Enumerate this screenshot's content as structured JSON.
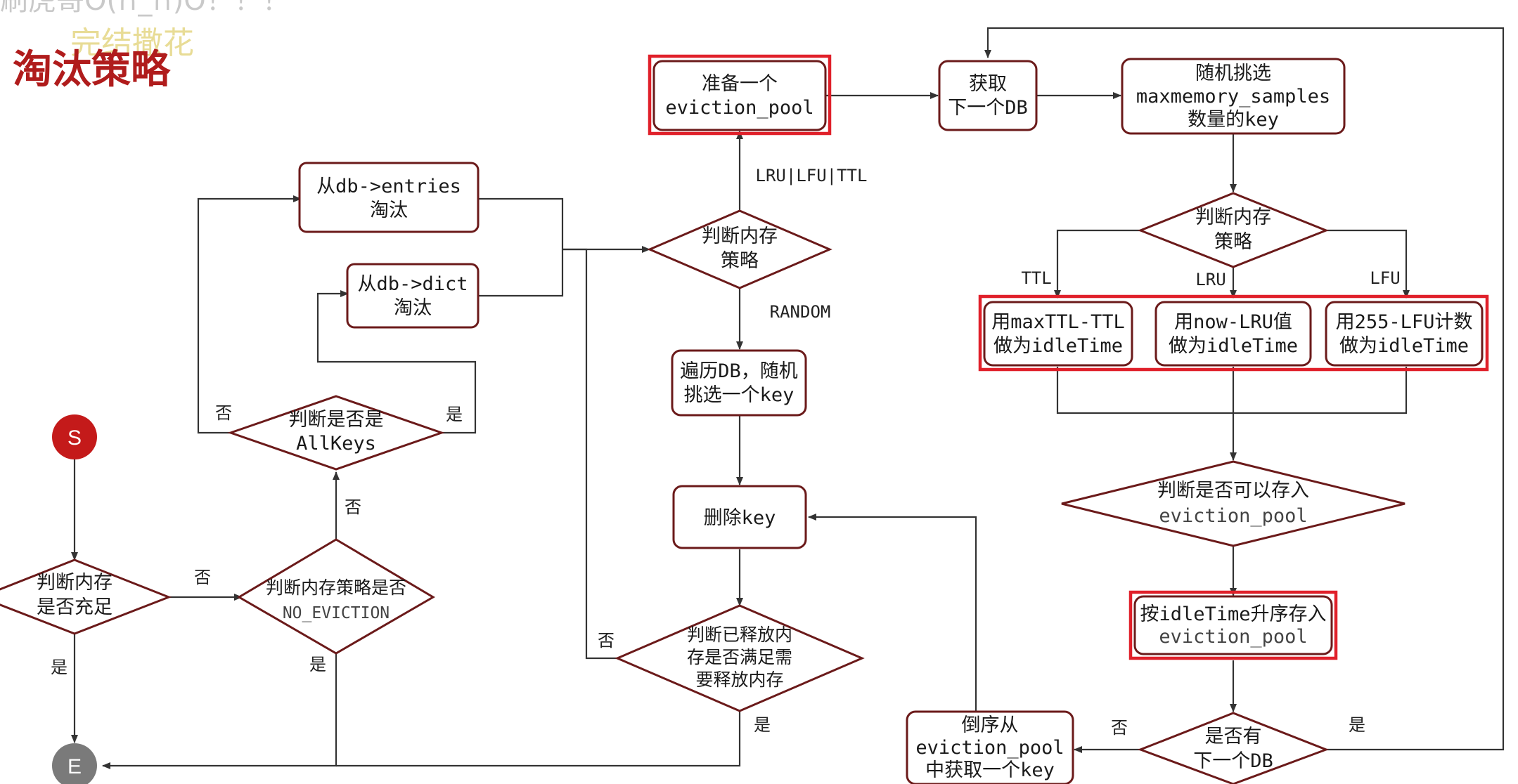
{
  "title": "淘汰策略",
  "watermark": {
    "top": "刷虎哥O(∩_∩)O！！！",
    "sub": "完结撒花"
  },
  "nodes": {
    "start": "S",
    "end": "E",
    "check_memory": [
      "判断内存",
      "是否充足"
    ],
    "check_no_eviction": [
      "判断内存策略是否",
      "NO_EVICTION"
    ],
    "check_allkeys": [
      "判断是否是",
      "AllKeys"
    ],
    "from_entries": [
      "从db->entries",
      "淘汰"
    ],
    "from_dict": [
      "从db->dict",
      "淘汰"
    ],
    "check_policy": [
      "判断内存",
      "策略"
    ],
    "prepare_pool": [
      "准备一个",
      "eviction_pool"
    ],
    "random_pick": [
      "遍历DB，随机",
      "挑选一个key"
    ],
    "delete_key": [
      "删除key"
    ],
    "check_released": [
      "判断已释放内",
      "存是否满足需",
      "要释放内存"
    ],
    "next_db": [
      "获取",
      "下一个DB"
    ],
    "sample_keys": [
      "随机挑选",
      "maxmemory_samples",
      "数量的key"
    ],
    "check_policy2": [
      "判断内存",
      "策略"
    ],
    "ttl_idle": [
      "用maxTTL-TTL",
      "做为idleTime"
    ],
    "lru_idle": [
      "用now-LRU值",
      "做为idleTime"
    ],
    "lfu_idle": [
      "用255-LFU计数",
      "做为idleTime"
    ],
    "check_pool": [
      "判断是否可以存入",
      "eviction_pool"
    ],
    "store_pool": [
      "按idleTime升序存入",
      "eviction_pool"
    ],
    "has_next_db": [
      "是否有",
      "下一个DB"
    ],
    "reverse_fetch": [
      "倒序从",
      "eviction_pool",
      "中获取一个key"
    ]
  },
  "edge_labels": {
    "no_1": "否",
    "yes_1": "是",
    "no_2": "否",
    "yes_2": "是",
    "no_3": "否",
    "yes_3": "是",
    "policy_lru": "LRU|LFU|TTL",
    "policy_random": "RANDOM",
    "no_4": "否",
    "yes_4": "是",
    "ttl": "TTL",
    "lru": "LRU",
    "lfu": "LFU",
    "no_5": "否",
    "yes_5": "是"
  }
}
